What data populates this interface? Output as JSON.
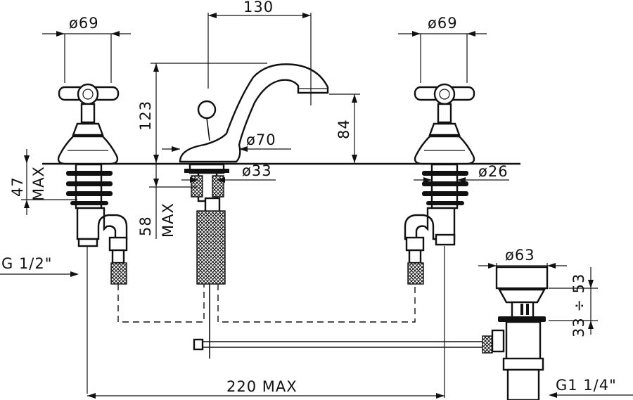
{
  "dimensions": {
    "spout_spacing": "130",
    "handle_left_diameter": "ø69",
    "handle_right_diameter": "ø69",
    "spout_height": "123",
    "outlet_height": "84",
    "spout_base_diameter": "ø70",
    "shank_diameter_center": "ø33",
    "shank_diameter_right": "ø26",
    "deck_thickness": "47",
    "deck_thickness_note": "MAX",
    "center_shank_length": "58",
    "center_shank_note": "MAX",
    "left_connection": "G 1/2\"",
    "waste_diameter": "ø63",
    "waste_adjust": "33 ÷ 53",
    "overall_width": "220 MAX",
    "waste_thread": "G1 1/4\""
  }
}
